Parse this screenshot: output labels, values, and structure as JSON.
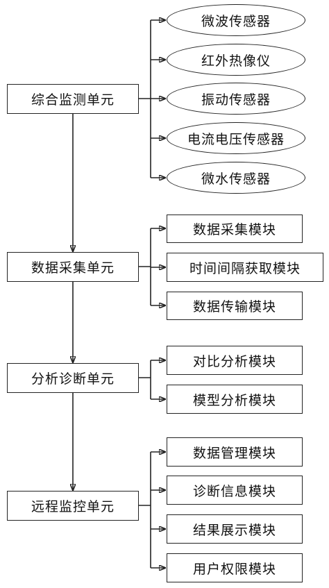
{
  "units": [
    {
      "label": "综合监测单元"
    },
    {
      "label": "数据采集单元"
    },
    {
      "label": "分析诊断单元"
    },
    {
      "label": "远程监控单元"
    }
  ],
  "sensors": [
    {
      "label": "微波传感器"
    },
    {
      "label": "红外热像仪"
    },
    {
      "label": "振动传感器"
    },
    {
      "label": "电流电压传感器"
    },
    {
      "label": "微水传感器"
    }
  ],
  "acquisition_modules": [
    {
      "label": "数据采集模块"
    },
    {
      "label": "时间间隔获取模块"
    },
    {
      "label": "数据传输模块"
    }
  ],
  "analysis_modules": [
    {
      "label": "对比分析模块"
    },
    {
      "label": "模型分析模块"
    }
  ],
  "monitoring_modules": [
    {
      "label": "数据管理模块"
    },
    {
      "label": "诊断信息模块"
    },
    {
      "label": "结果展示模块"
    },
    {
      "label": "用户权限模块"
    }
  ]
}
